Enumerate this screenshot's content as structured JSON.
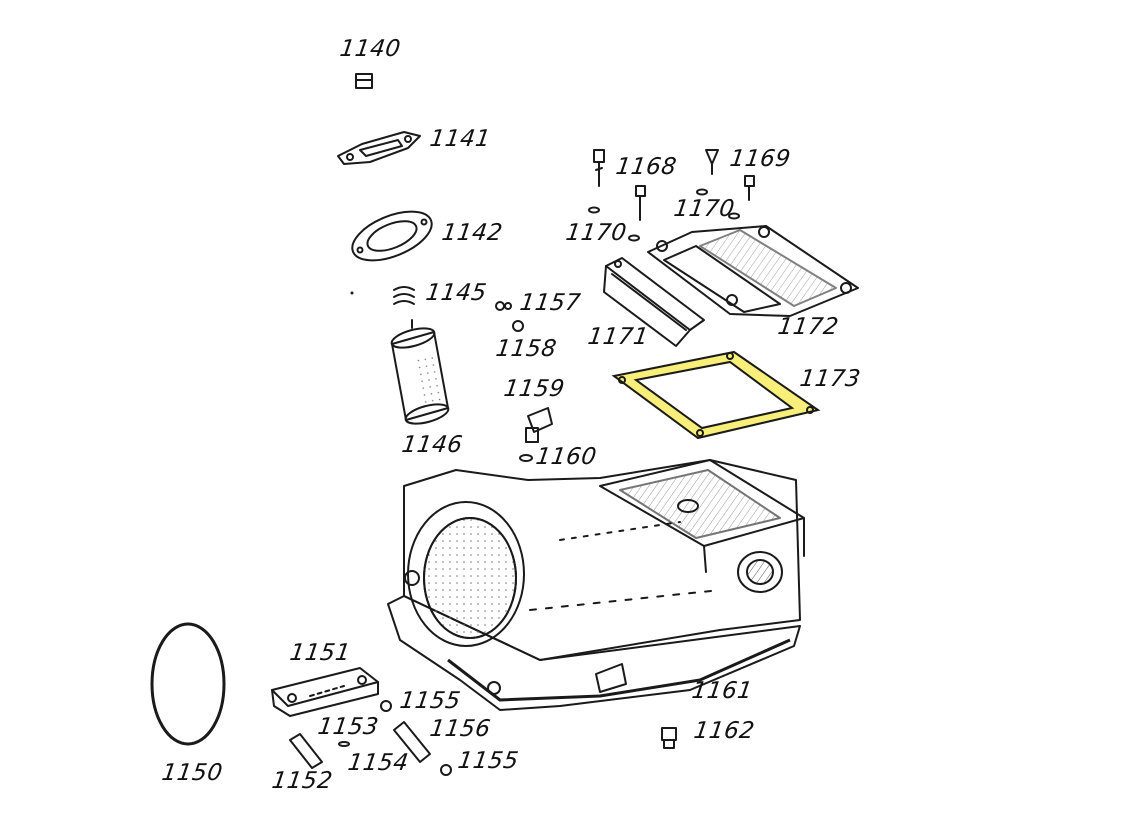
{
  "labels": {
    "p1140": "1140",
    "p1141": "1141",
    "p1142": "1142",
    "p1145": "1145",
    "p1146": "1146",
    "p1150": "1150",
    "p1151": "1151",
    "p1152": "1152",
    "p1153": "1153",
    "p1154": "1154",
    "p1155a": "1155",
    "p1155b": "1155",
    "p1156": "1156",
    "p1157": "1157",
    "p1158": "1158",
    "p1159": "1159",
    "p1160": "1160",
    "p1161": "1161",
    "p1162": "1162",
    "p1168": "1168",
    "p1169": "1169",
    "p1170a": "1170",
    "p1170b": "1170",
    "p1171": "1171",
    "p1172": "1172",
    "p1173": "1173"
  },
  "colors": {
    "ink": "#1a1a1a",
    "highlight": "#f7ef7a",
    "background": "#ffffff"
  },
  "highlighted_part": "1173"
}
